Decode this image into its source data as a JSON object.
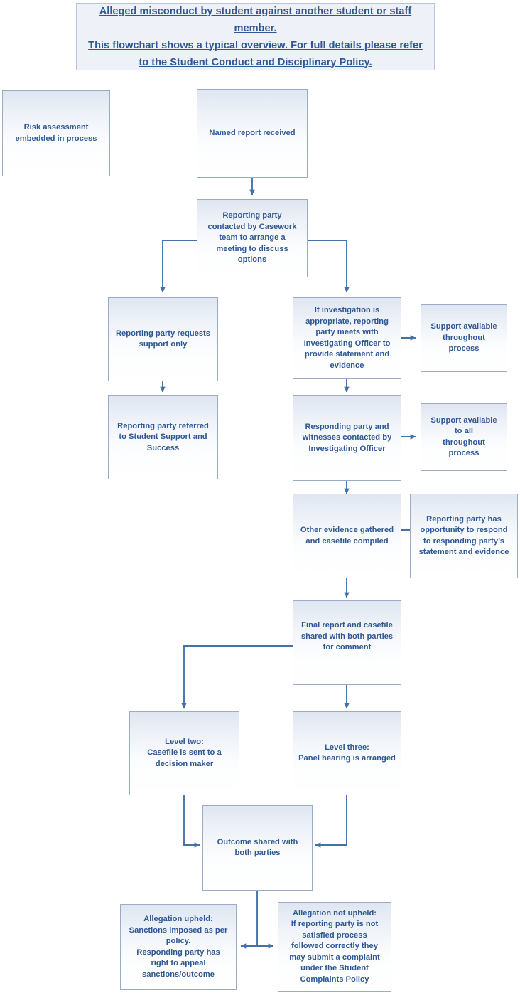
{
  "header": {
    "title": "Alleged misconduct by student against another student or staff member.\nThis flowchart shows a typical overview. For full details please refer to the Student Conduct and Disciplinary Policy."
  },
  "colors": {
    "text": "#2e5796",
    "box_border": "#9badc6",
    "box_fill_top": "#dfe6f1",
    "box_fill_bottom": "#ffffff",
    "connector": "#4472a8",
    "banner_fill": "#eef1f8",
    "banner_border": "#b8c4d8"
  },
  "nodes": {
    "risk_assessment": "Risk assessment\nembedded in process",
    "named_report": "Named report received",
    "reporting_contacted": "Reporting party\ncontacted by Casework\nteam to arrange a\nmeeting to discuss\noptions",
    "support_only": "Reporting party requests\nsupport only",
    "referred_support": "Reporting party referred\nto Student Support and\nSuccess",
    "investigation": "If investigation is\nappropriate, reporting\nparty meets with\nInvestigating Officer to\nprovide statement and\nevidence",
    "support_throughout": "Support available\nthroughout\nprocess",
    "responding_contacted": "Responding party and\nwitnesses contacted by\nInvestigating Officer",
    "support_all": "Support available\nto all\nthroughout\nprocess",
    "other_evidence": "Other evidence gathered\nand casefile compiled",
    "opportunity_respond": "Reporting party has\nopportunity to respond\nto responding party’s\nstatement and evidence",
    "final_report": "Final report and casefile\nshared with both parties\nfor comment",
    "level_two": "Level two:\nCasefile is sent to a\ndecision maker",
    "level_three": "Level three:\nPanel hearing is arranged",
    "outcome_shared": "Outcome shared with\nboth parties",
    "allegation_upheld": "Allegation upheld:\nSanctions imposed as per\npolicy.\nResponding party has\nright to appeal\nsanctions/outcome",
    "allegation_not_upheld": "Allegation not upheld:\nIf reporting party is not\nsatisfied process\nfollowed correctly they\nmay submit a complaint\nunder the Student\nComplaints Policy"
  },
  "chart_data": {
    "type": "diagram",
    "title": "Alleged misconduct by student against another student or staff member",
    "diagram_kind": "flowchart",
    "orientation": "top-to-bottom",
    "steps": [
      {
        "id": "risk_assessment",
        "label": "Risk assessment embedded in process",
        "note": "standalone box, no connectors"
      },
      {
        "id": "named_report",
        "label": "Named report received"
      },
      {
        "id": "reporting_contacted",
        "label": "Reporting party contacted by Casework team to arrange a meeting to discuss options"
      },
      {
        "id": "support_only",
        "label": "Reporting party requests support only"
      },
      {
        "id": "referred_support",
        "label": "Reporting party referred to Student Support and Success"
      },
      {
        "id": "investigation",
        "label": "If investigation is appropriate, reporting party meets with Investigating Officer to provide statement and evidence"
      },
      {
        "id": "support_throughout",
        "label": "Support available throughout process"
      },
      {
        "id": "responding_contacted",
        "label": "Responding party and witnesses contacted by Investigating Officer"
      },
      {
        "id": "support_all",
        "label": "Support available to all throughout process"
      },
      {
        "id": "other_evidence",
        "label": "Other evidence gathered and casefile compiled"
      },
      {
        "id": "opportunity_respond",
        "label": "Reporting party has opportunity to respond to responding party's statement and evidence"
      },
      {
        "id": "final_report",
        "label": "Final report and casefile shared with both parties for comment"
      },
      {
        "id": "level_two",
        "label": "Level two: Casefile is sent to a decision maker"
      },
      {
        "id": "level_three",
        "label": "Level three: Panel hearing is arranged"
      },
      {
        "id": "outcome_shared",
        "label": "Outcome shared with both parties"
      },
      {
        "id": "allegation_upheld",
        "label": "Allegation upheld: Sanctions imposed as per policy. Responding party has right to appeal sanctions/outcome"
      },
      {
        "id": "allegation_not_upheld",
        "label": "Allegation not upheld: If reporting party is not satisfied process followed correctly they may submit a complaint under the Student Complaints Policy"
      }
    ],
    "edges": [
      {
        "from": "named_report",
        "to": "reporting_contacted"
      },
      {
        "from": "reporting_contacted",
        "to": "support_only"
      },
      {
        "from": "reporting_contacted",
        "to": "investigation"
      },
      {
        "from": "support_only",
        "to": "referred_support"
      },
      {
        "from": "investigation",
        "to": "support_throughout"
      },
      {
        "from": "investigation",
        "to": "responding_contacted"
      },
      {
        "from": "responding_contacted",
        "to": "support_all"
      },
      {
        "from": "responding_contacted",
        "to": "other_evidence"
      },
      {
        "from": "other_evidence",
        "to": "opportunity_respond"
      },
      {
        "from": "other_evidence",
        "to": "final_report"
      },
      {
        "from": "final_report",
        "to": "level_two"
      },
      {
        "from": "final_report",
        "to": "level_three"
      },
      {
        "from": "level_two",
        "to": "outcome_shared"
      },
      {
        "from": "level_three",
        "to": "outcome_shared"
      },
      {
        "from": "outcome_shared",
        "to": "allegation_upheld"
      },
      {
        "from": "outcome_shared",
        "to": "allegation_not_upheld"
      }
    ]
  }
}
